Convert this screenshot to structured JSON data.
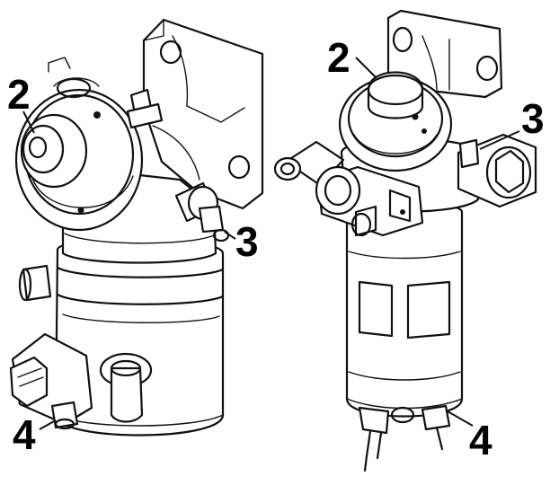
{
  "callouts": {
    "left": {
      "pressure_regulator": "2",
      "vent_plug": "3",
      "drain_plug": "4"
    },
    "right": {
      "pressure_regulator": "2",
      "vent_plug": "3",
      "drain_plug": "4"
    }
  }
}
